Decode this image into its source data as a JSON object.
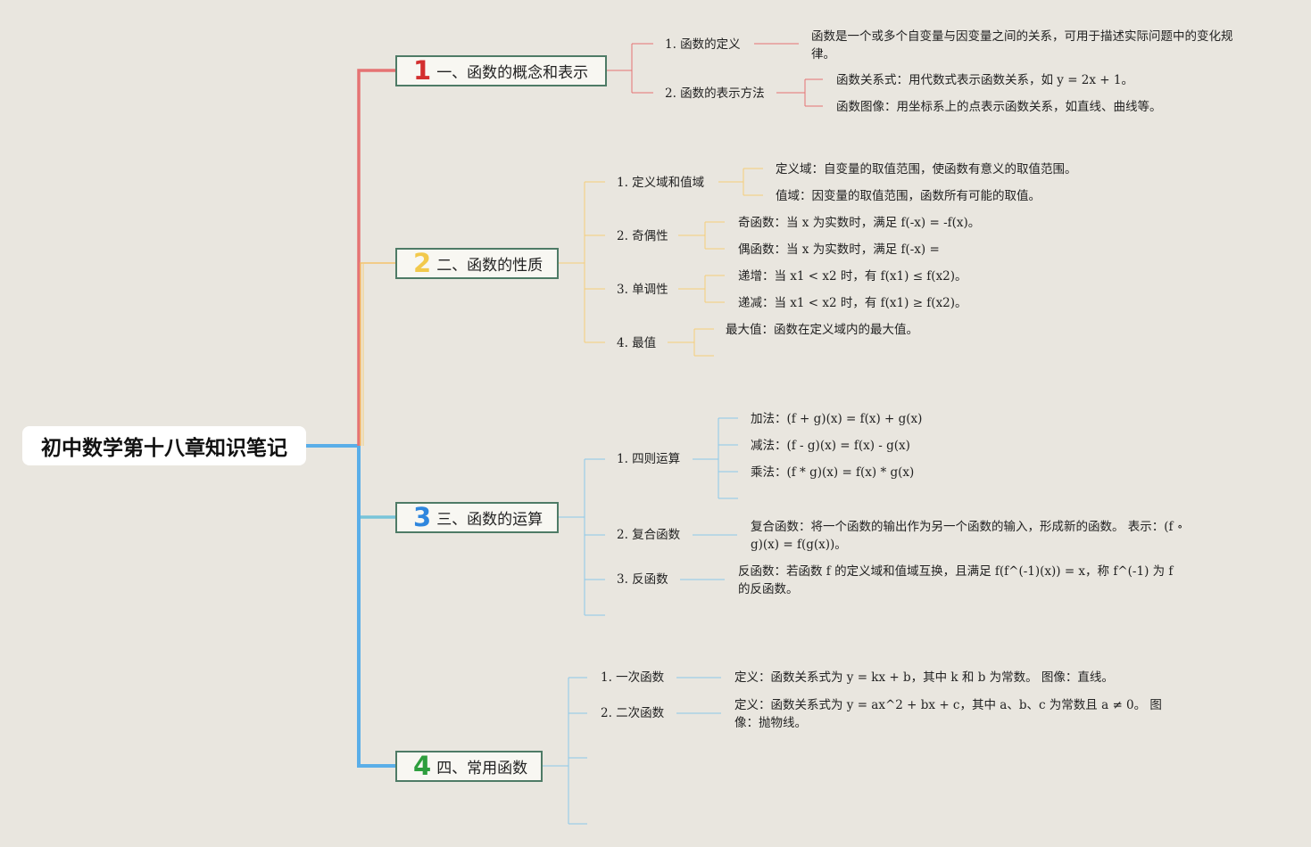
{
  "root": {
    "title": "初中数学第十八章知识笔记"
  },
  "colors": {
    "s1": "#e57373",
    "s2": "#f5cd79",
    "s3": "#77c4d9",
    "s4": "#64b5f6"
  },
  "sections": [
    {
      "num": "1",
      "num_color": "#d32f2f",
      "title": "一、函数的概念和表示"
    },
    {
      "num": "2",
      "num_color": "#f2c94c",
      "title": "二、函数的性质"
    },
    {
      "num": "3",
      "num_color": "#2e86de",
      "title": "三、函数的运算"
    },
    {
      "num": "4",
      "num_color": "#2e9e3e",
      "title": "四、常用函数"
    }
  ],
  "s1": {
    "def_label": "1. 函数的定义",
    "def_text": "函数是一个或多个自变量与因变量之间的关系，可用于描述实际问题中的变化规律。",
    "rep_label": "2. 函数的表示方法",
    "rep_1": "函数关系式：用代数式表示函数关系，如 y = 2x + 1。",
    "rep_2": "函数图像：用坐标系上的点表示函数关系，如直线、曲线等。"
  },
  "s2": {
    "dom_label": "1. 定义域和值域",
    "dom_1": "定义域：自变量的取值范围，使函数有意义的取值范围。",
    "dom_2": "值域：因变量的取值范围，函数所有可能的取值。",
    "par_label": "2. 奇偶性",
    "par_1": "奇函数：当 x 为实数时，满足 f(-x) = -f(x)。",
    "par_2": "偶函数：当 x 为实数时，满足 f(-x) =",
    "mono_label": "3. 单调性",
    "mono_1": "递增：当 x1 < x2 时，有 f(x1) ≤ f(x2)。",
    "mono_2": "递减：当 x1 < x2 时，有 f(x1) ≥ f(x2)。",
    "max_label": "4. 最值",
    "max_1": "最大值：函数在定义域内的最大值。"
  },
  "s3": {
    "ari_label": "1. 四则运算",
    "ari_1": "加法：(f + g)(x) = f(x) + g(x)",
    "ari_2": "减法：(f - g)(x) = f(x) - g(x)",
    "ari_3": "乘法：(f * g)(x) = f(x) * g(x)",
    "comp_label": "2. 复合函数",
    "comp_text": "复合函数：将一个函数的输出作为另一个函数的输入，形成新的函数。 表示：(f ∘ g)(x) = f(g(x))。",
    "inv_label": "3. 反函数",
    "inv_text": "反函数：若函数 f 的定义域和值域互换，且满足 f(f^(-1)(x)) = x，称 f^(-1) 为 f 的反函数。"
  },
  "s4": {
    "lin_label": "1. 一次函数",
    "lin_text": "定义：函数关系式为 y = kx + b，其中 k 和 b 为常数。 图像：直线。",
    "quad_label": "2. 二次函数",
    "quad_text": "定义：函数关系式为 y = ax^2 + bx + c，其中 a、b、c 为常数且 a ≠ 0。 图像：抛物线。"
  }
}
